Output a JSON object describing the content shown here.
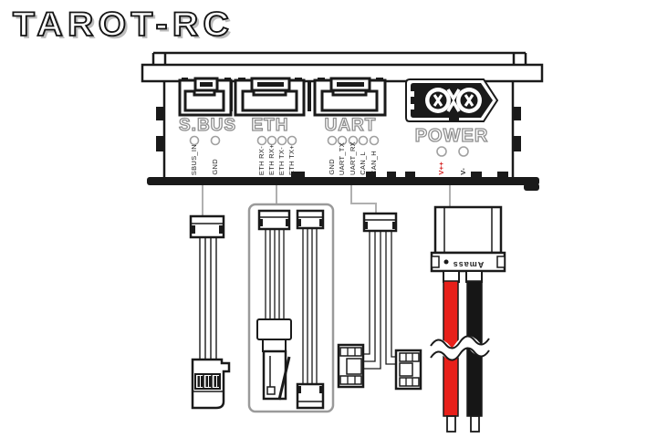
{
  "brand": {
    "logo_text": "TAROT-RC"
  },
  "device": {
    "ports": [
      {
        "label": "S.BUS",
        "pins": [
          "SBUS_IN",
          "GND"
        ]
      },
      {
        "label": "ETH",
        "pins": [
          "ETH RX-",
          "ETH RX+",
          "ETH TX-",
          "ETH TX+"
        ]
      },
      {
        "label": "UART",
        "pins": [
          "GND",
          "UART_TX",
          "UART_RX",
          "CAN_L",
          "CAN_H"
        ]
      },
      {
        "label": "POWER",
        "pins": [
          "V++",
          "V-"
        ]
      }
    ]
  },
  "cables": {
    "power_connector_brand": "Amass",
    "wire_colors": {
      "positive": "#e8201a",
      "negative": "#161616"
    }
  },
  "colors": {
    "line": "#1a1a1a",
    "label_outline": "#8f8f8f",
    "leader": "#b0b0b0",
    "positive_label": "#d42020"
  }
}
